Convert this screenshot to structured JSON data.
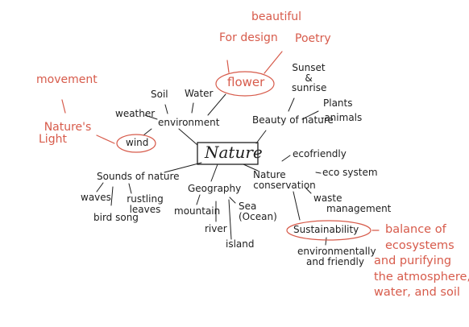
{
  "colors": {
    "ink": "#1e1e1e",
    "accent": "#d75b4b",
    "background": "#ffffff"
  },
  "center": "Nature",
  "labels": {
    "environment": "environment",
    "soil": "Soil",
    "water": "Water",
    "weather": "weather",
    "wind": "wind",
    "flower": "flower",
    "for_design": "For design",
    "poetry": "Poetry",
    "beautiful": "beautiful",
    "beauty_of_nature": "Beauty of nature",
    "sunset": "Sunset",
    "amp": "&",
    "sunrise": "sunrise",
    "plants": "Plants",
    "animals": "-animals",
    "movement": "movement",
    "natures": "Nature's",
    "light": "Light",
    "sounds_of_nature": "Sounds of nature",
    "waves": "waves",
    "rustling": "rustling",
    "leaves": "leaves",
    "bird_song": "bird song",
    "geography": "Geography",
    "mountain": "mountain",
    "river": "river",
    "island": "island",
    "sea": "Sea",
    "ocean": "(Ocean)",
    "nature_conservation_1": "Nature",
    "nature_conservation_2": "conservation",
    "ecofriendly": "ecofriendly",
    "ecosystem": "eco system",
    "waste": "waste",
    "management": "management",
    "sustainability": "Sustainability",
    "env_friendly_1": "environmentally",
    "env_friendly_2": "and friendly",
    "balance_1": "balance of",
    "balance_2": "ecosystems",
    "balance_3": "and purifying",
    "balance_4": "the atmosphere,",
    "balance_5": "water, and soil"
  }
}
